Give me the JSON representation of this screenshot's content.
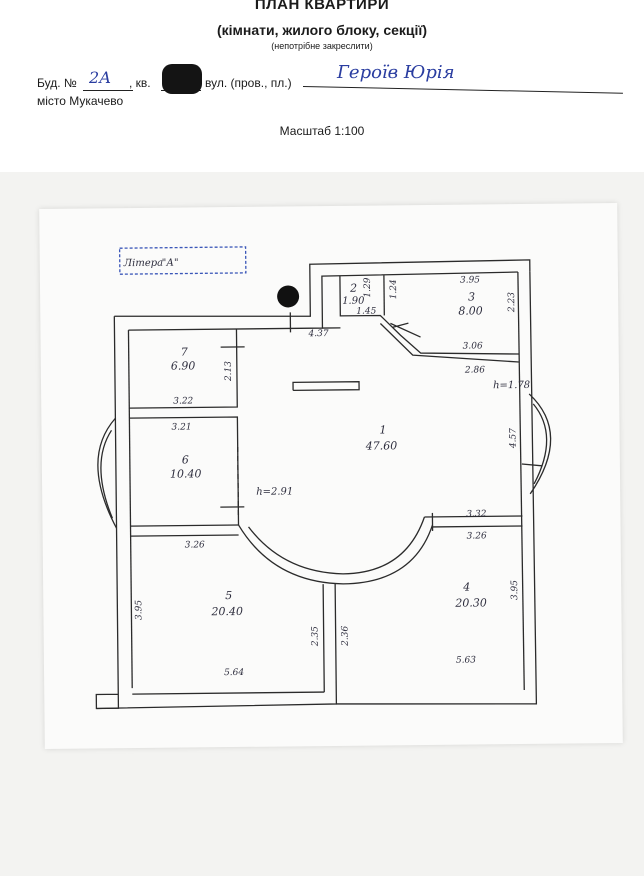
{
  "header": {
    "title": "ПЛАН  КВАРТИРИ",
    "subtitle": "(кімнати, жилого блоку, секції)",
    "note": "(непотрібне закреслити)",
    "building_label": "Буд. №",
    "building_number": "2А",
    "apartment_label": ", кв.",
    "street_label": "вул. (пров., пл.)",
    "street_value": "Героїв Юрія",
    "city": "місто Мукачево",
    "scale": "Масштаб 1:100"
  },
  "stamp": {
    "label": "Літера",
    "value": "\"А\""
  },
  "rooms": [
    {
      "number": "1",
      "area": "47.60"
    },
    {
      "number": "2",
      "area": "1.90"
    },
    {
      "number": "3",
      "area": "8.00"
    },
    {
      "number": "4",
      "area": "20.30"
    },
    {
      "number": "5",
      "area": "20.40"
    },
    {
      "number": "6",
      "area": "10.40"
    },
    {
      "number": "7",
      "area": "6.90"
    }
  ],
  "dimensions": {
    "d1": "4.37",
    "d2": "1.45",
    "d3": "1.29",
    "d4": "1.24",
    "d5": "3.95",
    "d6": "2.23",
    "d7": "3.06",
    "d8": "2.86",
    "d9": "4.57",
    "d10": "3.32",
    "d11": "3.26",
    "d12": "3.95",
    "d13": "5.63",
    "d14": "2.36",
    "d15": "2.35",
    "d16": "5.64",
    "d17": "3.95",
    "d18": "3.26",
    "d19": "3.21",
    "d20": "3.22",
    "d21": "2.13"
  },
  "heights": {
    "main": "h=2.91",
    "side": "h=1.78"
  }
}
